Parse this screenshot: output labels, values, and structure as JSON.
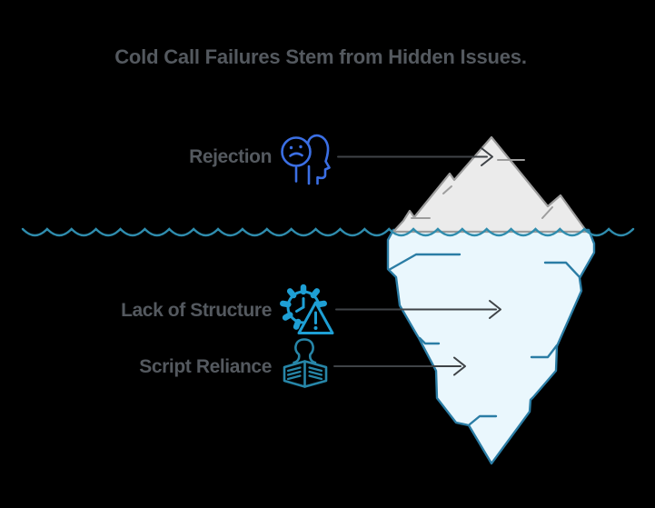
{
  "title": "Cold Call Failures Stem from Hidden Issues.",
  "diagram": {
    "type": "iceberg",
    "metaphor": "visible issue above waterline, hidden issues below waterline",
    "above_water": [
      {
        "label": "Rejection",
        "icon": "sad-person-head"
      }
    ],
    "below_water": [
      {
        "label": "Lack of Structure",
        "icon": "gear-clock-warning"
      },
      {
        "label": "Script Reliance",
        "icon": "person-open-script"
      }
    ]
  },
  "colors": {
    "background": "#000000",
    "title_text": "#54595f",
    "label_text": "#54595f",
    "iceberg_above_fill": "#ebebeb",
    "iceberg_above_stroke": "#9d9d9d",
    "iceberg_below_fill": "#eaf7fd",
    "iceberg_below_stroke": "#2b7da5",
    "waterline": "#2f8cad",
    "arrow": "#3f4347",
    "rejection_icon": "#3b6fe4",
    "structure_icon": "#1e9fd4",
    "script_icon": "#2786a8"
  }
}
